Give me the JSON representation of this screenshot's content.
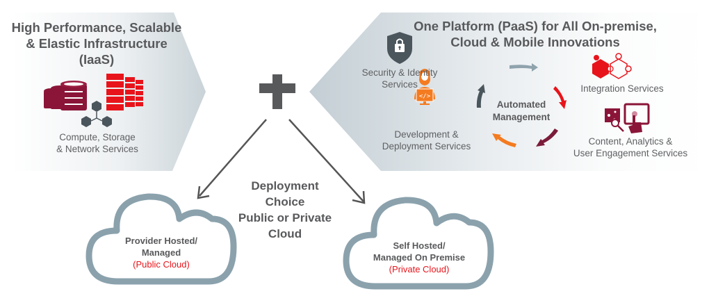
{
  "iaas": {
    "title_lines": [
      "High Performance, Scalable",
      "& Elastic Infrastructure",
      "(IaaS)"
    ],
    "service_lines": [
      "Compute, Storage",
      "& Network Services"
    ],
    "icons": [
      "database-stack-icon",
      "server-rack-icon",
      "network-hexagon-icon"
    ]
  },
  "plus_symbol": "+",
  "paas": {
    "title_lines": [
      "One Platform (PaaS) for All On-premise,",
      "Cloud & Mobile Innovations"
    ],
    "services": [
      {
        "icon": "shield-lock-icon",
        "lines": [
          "Security & Identity",
          "Services"
        ]
      },
      {
        "icon": "developer-icon",
        "lines": [
          "Development &",
          "Deployment Services"
        ]
      },
      {
        "icon": "puzzle-icon",
        "lines": [
          "Integration Services"
        ]
      },
      {
        "icon": "analytics-tablet-icon",
        "lines": [
          "Content, Analytics &",
          "User Engagement Services"
        ]
      }
    ],
    "cycle_center_lines": [
      "Automated",
      "Management"
    ],
    "cycle_arrow_colors": [
      "#8fa3ad",
      "#e8141b",
      "#7b1c3a",
      "#f47b20",
      "#4a555c"
    ]
  },
  "deployment": {
    "lines": [
      "Deployment",
      "Choice",
      "Public or Private",
      "Cloud"
    ]
  },
  "clouds": [
    {
      "lines": [
        "Provider Hosted/",
        "Managed"
      ],
      "subtitle": "(Public Cloud)"
    },
    {
      "lines": [
        "Self Hosted/",
        "Managed On Premise"
      ],
      "subtitle": "(Private Cloud)"
    }
  ],
  "colors": {
    "accent_red": "#e8141b",
    "burgundy": "#8a1538",
    "orange": "#f47b20",
    "slate": "#4a555c",
    "cloud_stroke": "#8ba2ad",
    "text_gray": "#58595b"
  }
}
